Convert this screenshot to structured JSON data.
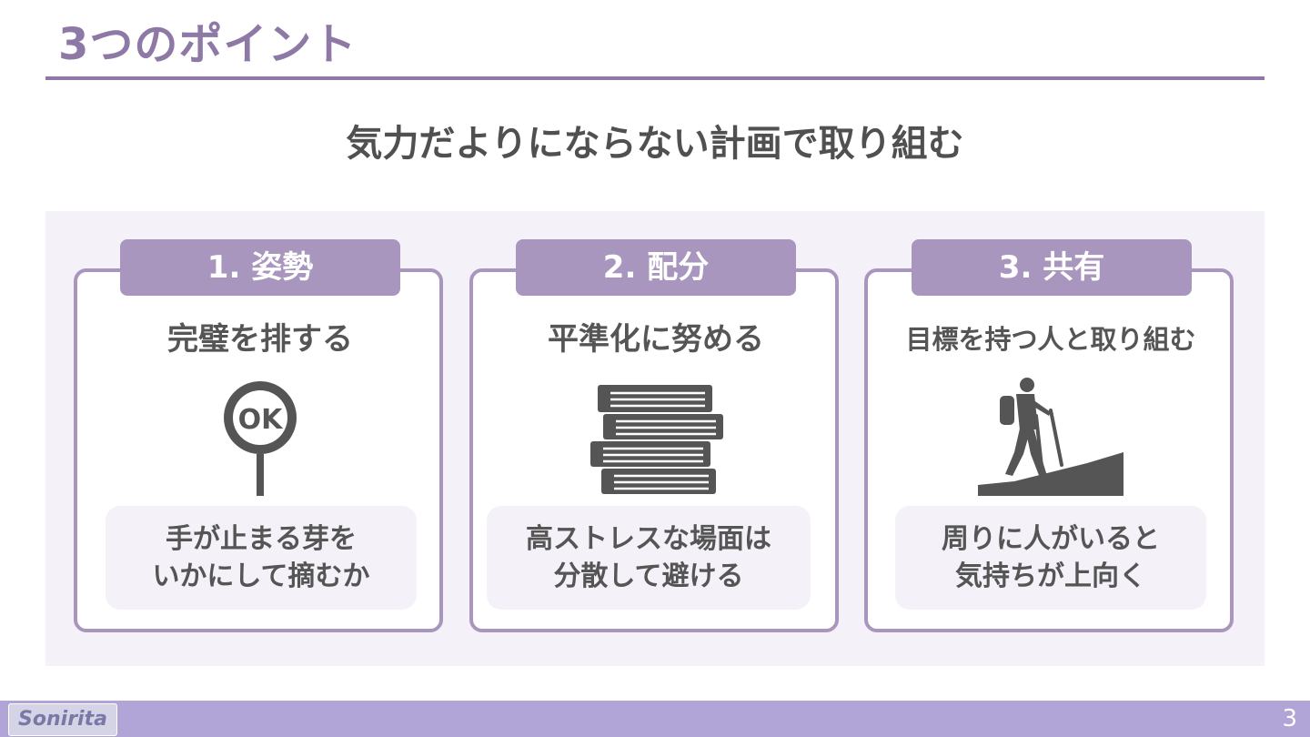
{
  "slide": {
    "title": "3つのポイント",
    "subtitle": "気力だよりにならない計画で取り組む",
    "page_number": "3",
    "logo_text": "Sonirita"
  },
  "cards": [
    {
      "tab": "1. 姿勢",
      "heading": "完璧を排する",
      "icon": "ok-sign-icon",
      "note_line1": "手が止まる芽を",
      "note_line2": "いかにして摘むか"
    },
    {
      "tab": "2. 配分",
      "heading": "平準化に努める",
      "icon": "stacked-books-icon",
      "note_line1": "高ストレスな場面は",
      "note_line2": "分散して避ける"
    },
    {
      "tab": "3. 共有",
      "heading": "目標を持つ人と取り組む",
      "icon": "hiker-icon",
      "note_line1": "周りに人がいると",
      "note_line2": "気持ちが上向く"
    }
  ],
  "colors": {
    "accent": "#8e79a6",
    "tab_bg": "#a996be",
    "panel_bg": "#f4f2f8",
    "footer_bg": "#b1a4d6",
    "icon": "#555555"
  }
}
